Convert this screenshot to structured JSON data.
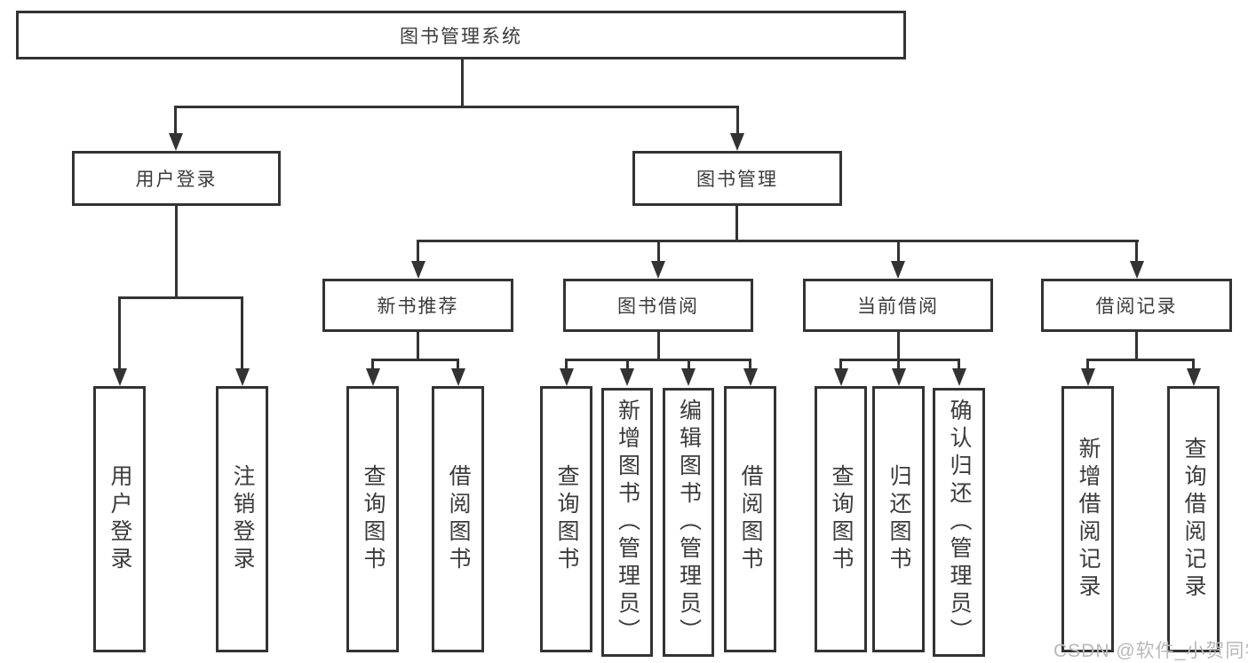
{
  "diagram": {
    "root": {
      "label": "图书管理系统"
    },
    "level2": {
      "user_login": {
        "label": "用户登录"
      },
      "book_mgmt": {
        "label": "图书管理"
      }
    },
    "level3": {
      "new_book_rec": {
        "label": "新书推荐"
      },
      "book_borrow": {
        "label": "图书借阅"
      },
      "current_borrow": {
        "label": "当前借阅"
      },
      "borrow_records": {
        "label": "借阅记录"
      }
    },
    "leaves": {
      "user_login_leaf": {
        "label": "用户登录"
      },
      "logout": {
        "label": "注销登录"
      },
      "query_books_1": {
        "label": "查询图书"
      },
      "borrow_books_1": {
        "label": "借阅图书"
      },
      "query_books_2": {
        "label": "查询图书"
      },
      "add_book_admin": {
        "label": "新增图书（管理员）"
      },
      "edit_book_admin": {
        "label": "编辑图书（管理员）"
      },
      "borrow_books_2": {
        "label": "借阅图书"
      },
      "query_books_3": {
        "label": "查询图书"
      },
      "return_book": {
        "label": "归还图书"
      },
      "confirm_return_admin": {
        "label": "确认归还（管理员）"
      },
      "add_borrow_record": {
        "label": "新增借阅记录"
      },
      "query_borrow_record": {
        "label": "查询借阅记录"
      }
    }
  },
  "watermark": "CSDN @软件_小贺同学",
  "colors": {
    "line": "#333333",
    "text": "#3b3b3b",
    "bg": "#ffffff",
    "watermark": "#b9b9b9"
  }
}
